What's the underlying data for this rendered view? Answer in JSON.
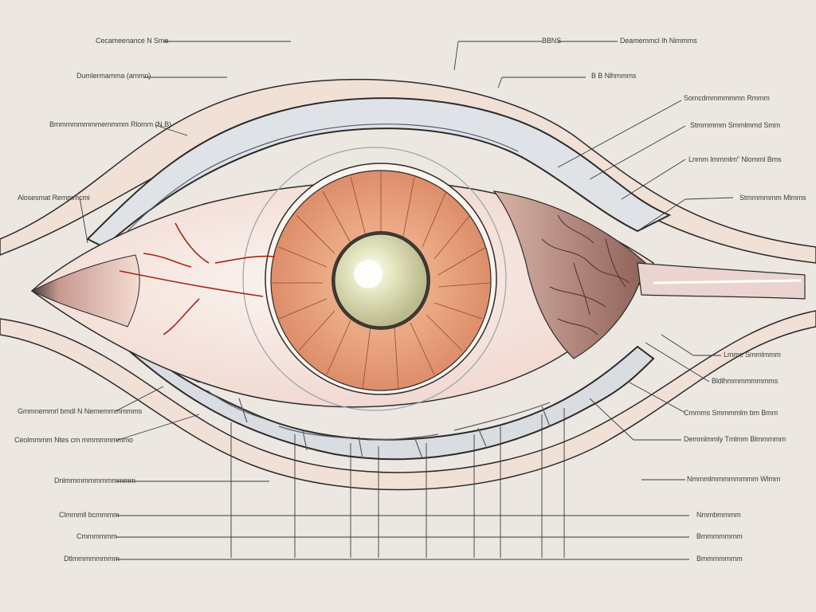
{
  "figure": {
    "palette": {
      "background": "#ece8e1",
      "sclera": "#f6ede8",
      "iris": "#e6a27c",
      "pupil": "#d6d8a8",
      "skin": "#efd9cd",
      "vessel": "#9a2a1e",
      "line": "#2b2b2b",
      "choroid": "#8a5a50"
    },
    "labels_left": [
      "Cecameenance N Sme",
      "Dumlermamma (ammn)",
      "Bmmmmmmmmemmmm Rlomm (N.B)",
      "Alosesmat Remmmcmi",
      "Gmmnemmrl bmdl N Nememmmmmms",
      "Ceolmmmm Ntes cm mmmmmmmmo",
      "Dnlmmmmmmmmmmmm",
      "Clmmmll bcmmmm",
      "Cmmmmmm",
      "Dtlmmmmmmmm"
    ],
    "labels_top": [
      "BBNS",
      "Deamemmcl Ih Nimmms",
      "B B Nlhmmms"
    ],
    "labels_right": [
      "Somcdmmmmmmn Rmmm",
      "Stmmmmm Smmlmmd Smm",
      "Lnmm Immmlm\" Nlomml Bms",
      "Stmmmmmm Mlmms",
      "Lmme Smmlmmm",
      "Bldlhmmmmmmmms",
      "Cmmms  Smmmmlm bm Bmm",
      "Demmlmmly Tmlmm Blmmmmm",
      "Nmmmlmmmmmmmm Wlmm",
      "Nmmbmmmm",
      "Bmmmmmmm",
      "Bmmmmmmm"
    ]
  }
}
